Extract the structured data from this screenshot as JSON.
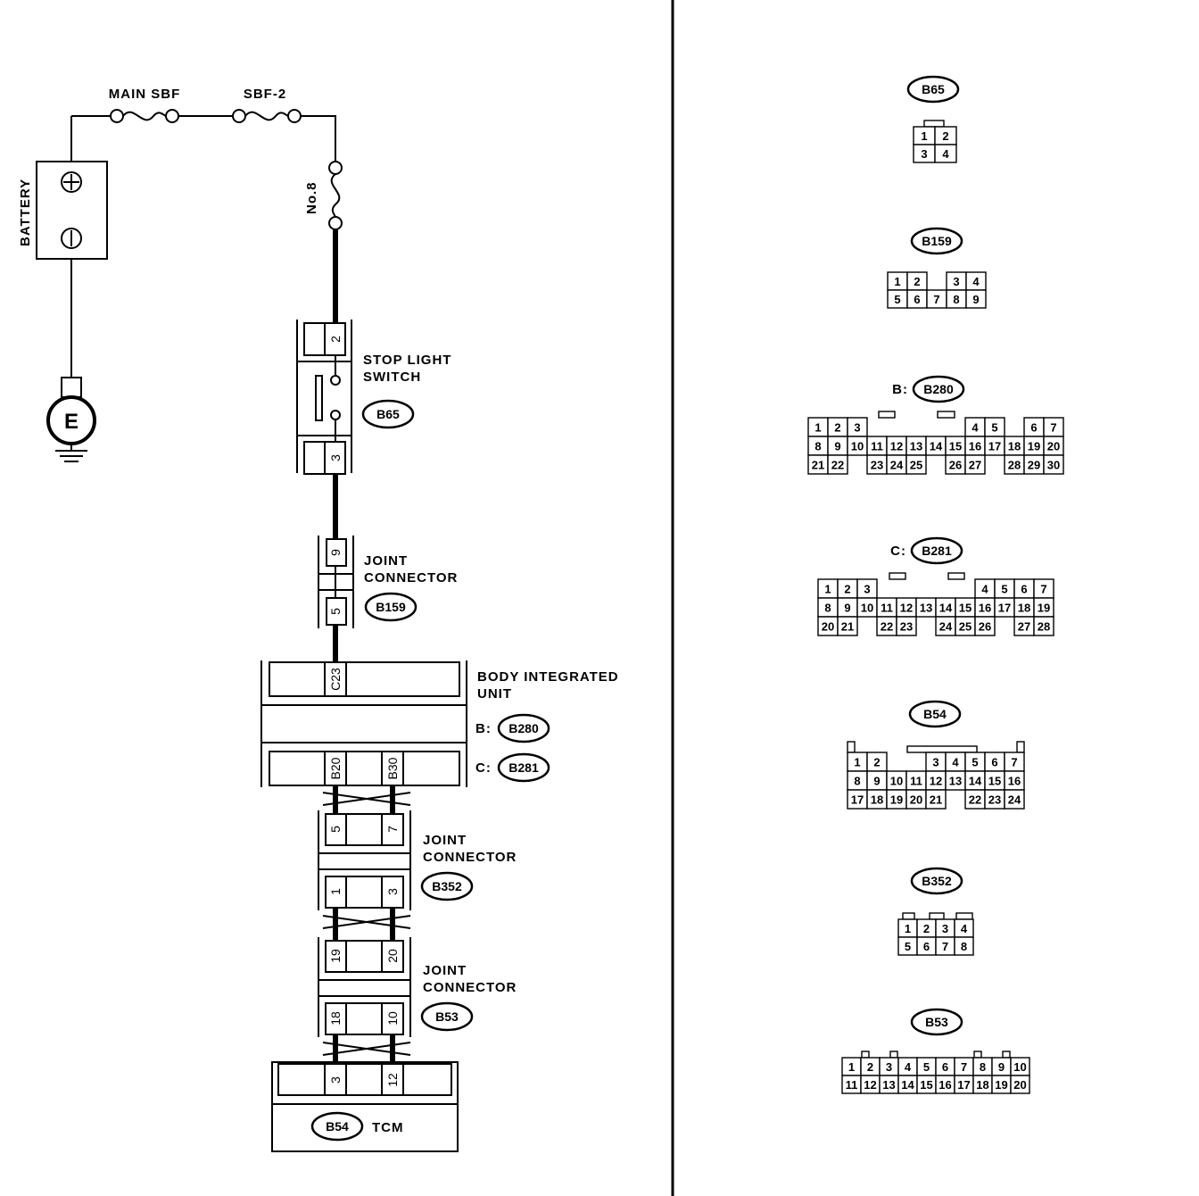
{
  "battery": {
    "label": "BATTERY",
    "plus": "+",
    "minus": "−"
  },
  "ground": {
    "label": "E"
  },
  "fuses": {
    "main": "MAIN SBF",
    "sbf2": "SBF-2",
    "no8": "No.8"
  },
  "stop_switch": {
    "title_line1": "STOP LIGHT",
    "title_line2": "SWITCH",
    "connector": "B65",
    "pin_top": "2",
    "pin_bottom": "3"
  },
  "joint1": {
    "title_line1": "JOINT",
    "title_line2": "CONNECTOR",
    "connector": "B159",
    "pin_top": "9",
    "pin_bottom": "5"
  },
  "biu": {
    "title_line1": "BODY INTEGRATED",
    "title_line2": "UNIT",
    "prefix_b": "B:",
    "connector_b": "B280",
    "prefix_c": "C:",
    "connector_c": "B281",
    "pin_top": "C23",
    "pin_left": "B20",
    "pin_right": "B30"
  },
  "joint2": {
    "title_line1": "JOINT",
    "title_line2": "CONNECTOR",
    "connector": "B352",
    "pins_top": [
      "5",
      "7"
    ],
    "pins_bottom": [
      "1",
      "3"
    ]
  },
  "joint3": {
    "title_line1": "JOINT",
    "title_line2": "CONNECTOR",
    "connector": "B53",
    "pins_top": [
      "19",
      "20"
    ],
    "pins_bottom": [
      "18",
      "10"
    ]
  },
  "tcm": {
    "connector": "B54",
    "label": "TCM",
    "pins": [
      "3",
      "12"
    ]
  },
  "connector_views": [
    {
      "label": "B65",
      "prefix": "",
      "rows": [
        [
          "1",
          "2"
        ],
        [
          "3",
          "4"
        ]
      ]
    },
    {
      "label": "B159",
      "prefix": "",
      "rows": [
        [
          "1",
          "2",
          "",
          "3",
          "4"
        ],
        [
          "5",
          "6",
          "7",
          "8",
          "9"
        ]
      ]
    },
    {
      "label": "B280",
      "prefix": "B:",
      "rows": [
        [
          "1",
          "2",
          "3",
          "",
          "",
          "",
          "",
          "",
          "4",
          "5",
          "",
          "6",
          "7"
        ],
        [
          "8",
          "9",
          "10",
          "11",
          "12",
          "13",
          "14",
          "15",
          "16",
          "17",
          "18",
          "19",
          "20"
        ],
        [
          "21",
          "22",
          "",
          "23",
          "24",
          "25",
          "",
          "26",
          "27",
          "",
          "28",
          "29",
          "30"
        ]
      ]
    },
    {
      "label": "B281",
      "prefix": "C:",
      "rows": [
        [
          "1",
          "2",
          "3",
          "",
          "",
          "",
          "",
          "",
          "4",
          "5",
          "6",
          "7"
        ],
        [
          "8",
          "9",
          "10",
          "11",
          "12",
          "13",
          "14",
          "15",
          "16",
          "17",
          "18",
          "19"
        ],
        [
          "20",
          "21",
          "",
          "22",
          "23",
          "",
          "24",
          "25",
          "26",
          "",
          "27",
          "28"
        ]
      ]
    },
    {
      "label": "B54",
      "prefix": "",
      "rows": [
        [
          "1",
          "2",
          "",
          "",
          "3",
          "4",
          "5",
          "6",
          "7"
        ],
        [
          "8",
          "9",
          "10",
          "11",
          "12",
          "13",
          "14",
          "15",
          "16"
        ],
        [
          "17",
          "18",
          "19",
          "20",
          "21",
          "",
          "22",
          "23",
          "24"
        ]
      ]
    },
    {
      "label": "B352",
      "prefix": "",
      "rows": [
        [
          "1",
          "2",
          "3",
          "4"
        ],
        [
          "5",
          "6",
          "7",
          "8"
        ]
      ]
    },
    {
      "label": "B53",
      "prefix": "",
      "rows": [
        [
          "1",
          "2",
          "3",
          "4",
          "5",
          "6",
          "7",
          "8",
          "9",
          "10"
        ],
        [
          "11",
          "12",
          "13",
          "14",
          "15",
          "16",
          "17",
          "18",
          "19",
          "20"
        ]
      ]
    }
  ]
}
